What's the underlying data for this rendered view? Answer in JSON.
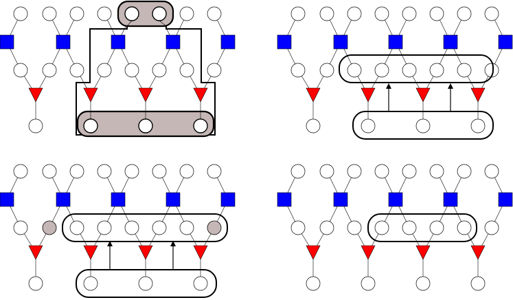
{
  "colors": {
    "background": "#ffffff",
    "circle_fill": "#ffffff",
    "square_fill": "#0000ff",
    "triangle_fill": "#ff0000",
    "highlight_fill": "#c5b7b6",
    "stroke": "#000000"
  },
  "node_legend": {
    "circle": "variable-node",
    "square": "blue-factor",
    "triangle": "red-factor"
  },
  "panels": [
    {
      "name": "panel-top-left",
      "highlights": [
        "top-pair-shaded",
        "bottom-triple-shaded",
        "connector-outline"
      ]
    },
    {
      "name": "panel-top-right",
      "highlights": [
        "middle-row-group",
        "bottom-row-group",
        "two-up-arrows"
      ]
    },
    {
      "name": "panel-bottom-left",
      "highlights": [
        "middle-row-group-shaded-ends",
        "bottom-row-group",
        "two-up-arrows"
      ]
    },
    {
      "name": "panel-bottom-right",
      "highlights": [
        "middle-row-group"
      ]
    }
  ]
}
